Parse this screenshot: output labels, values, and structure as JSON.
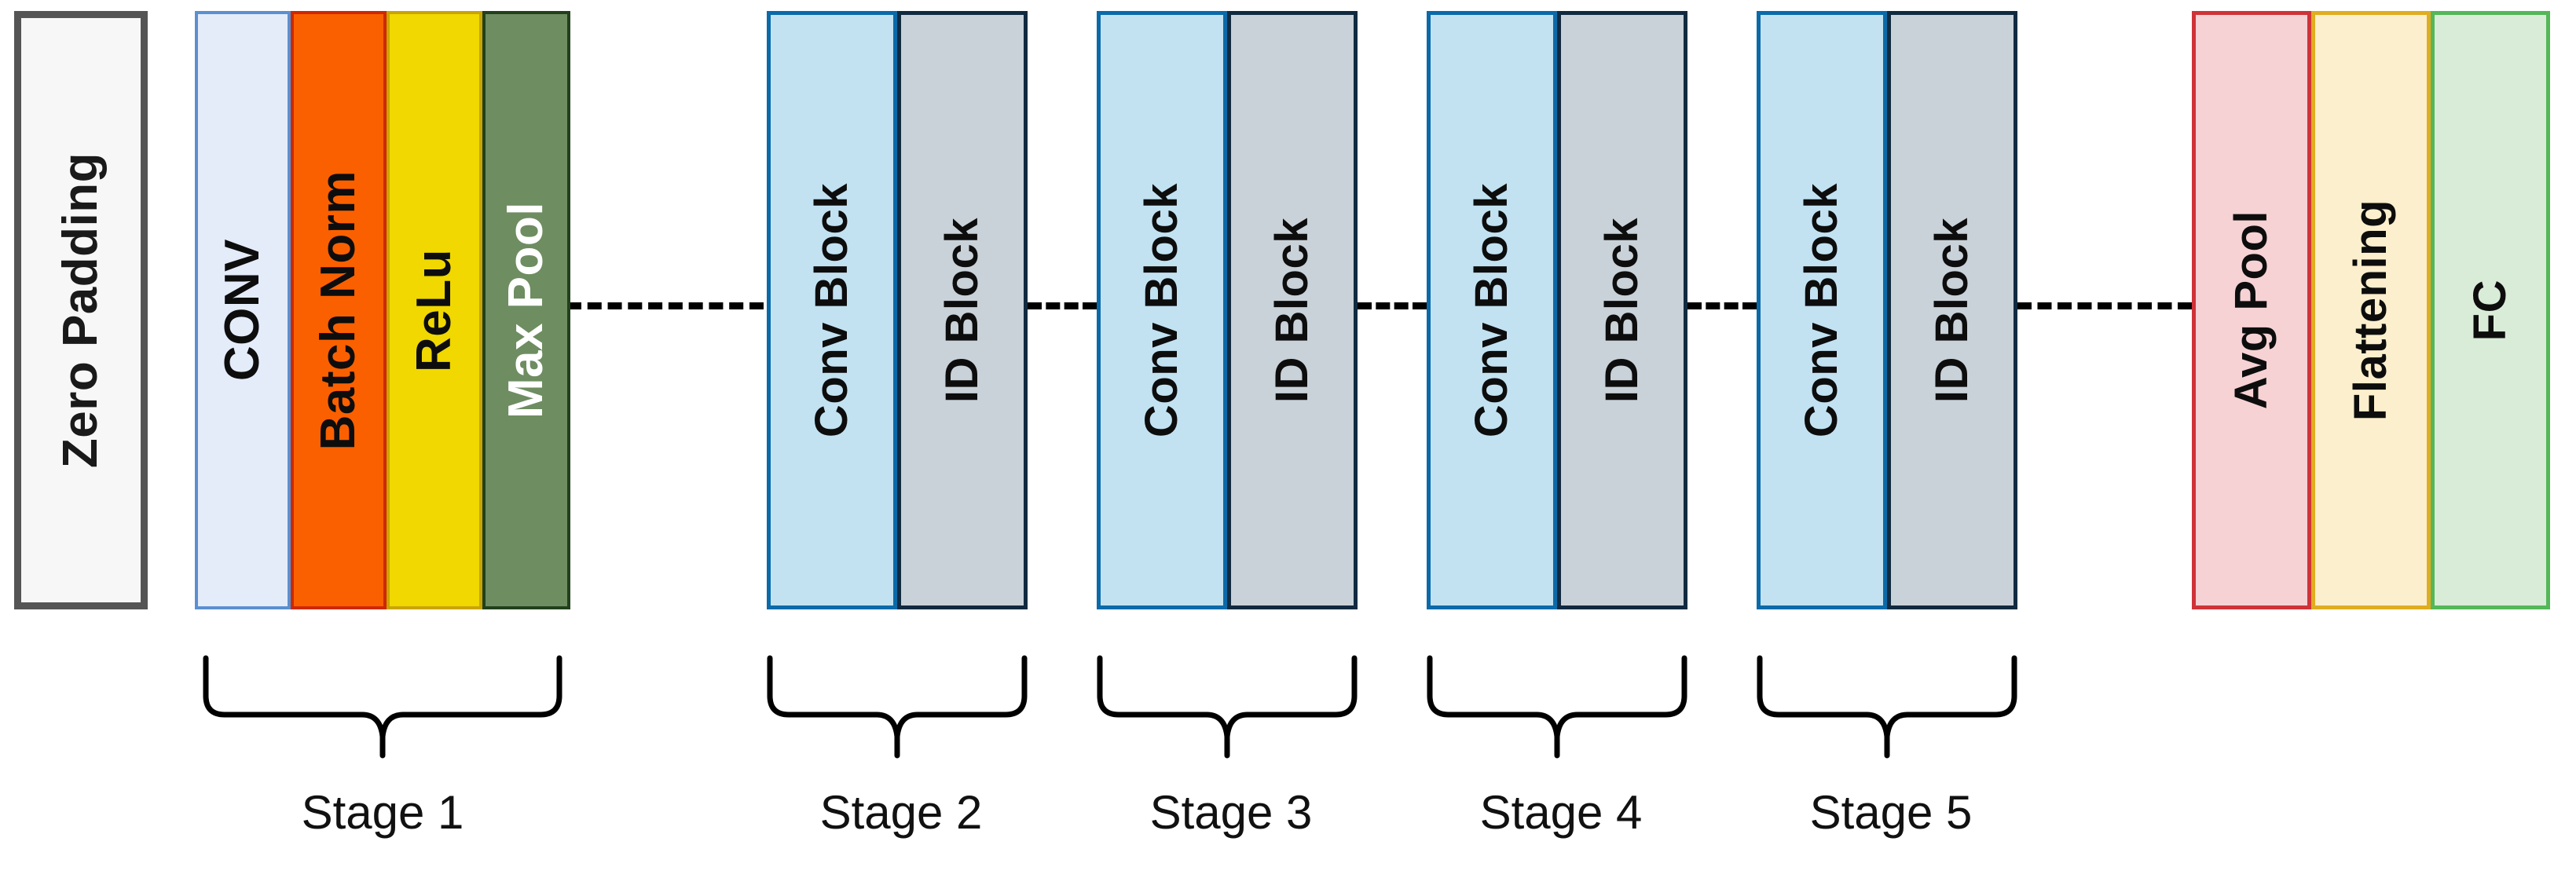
{
  "diagram": {
    "title": "ResNet architecture block diagram",
    "background": "#ffffff"
  },
  "blocks": [
    {
      "name": "zero-padding",
      "label": "Zero  Padding",
      "fill": "#f7f7f7",
      "stroke": "#555555"
    },
    {
      "name": "conv",
      "label": "CONV",
      "fill": "#e4ecfa",
      "stroke": "#5b8fd0"
    },
    {
      "name": "batch-norm",
      "label": "Batch Norm",
      "fill": "#fa6000",
      "stroke": "#cf2800"
    },
    {
      "name": "relu",
      "label": "ReLu",
      "fill": "#f0d800",
      "stroke": "#c9a400"
    },
    {
      "name": "max-pool",
      "label": "Max Pool",
      "fill": "#6e8d61",
      "stroke": "#22401c"
    },
    {
      "name": "avg-pool",
      "label": "Avg Pool",
      "fill": "#f6d2d4",
      "stroke": "#cf3338"
    },
    {
      "name": "flattening",
      "label": "Flattening",
      "fill": "#fcefcd",
      "stroke": "#e0ad21"
    },
    {
      "name": "fc",
      "label": "FC",
      "fill": "#d9ecd8",
      "stroke": "#54b758"
    }
  ],
  "residual_block_labels": {
    "conv_block": "Conv Block",
    "id_block": "ID Block",
    "conv_block_fill": "#c2e2f2",
    "conv_block_stroke": "#0b6aa8",
    "id_block_fill": "#c9d2d9",
    "id_block_stroke": "#112a40"
  },
  "stages": [
    {
      "name": "stage-1",
      "label": "Stage 1"
    },
    {
      "name": "stage-2",
      "label": "Stage 2"
    },
    {
      "name": "stage-3",
      "label": "Stage 3"
    },
    {
      "name": "stage-4",
      "label": "Stage 4"
    },
    {
      "name": "stage-5",
      "label": "Stage 5"
    }
  ],
  "residual_stages": [
    {
      "name": "stage-2",
      "conv_block": "Conv Block",
      "id_block": "ID Block"
    },
    {
      "name": "stage-3",
      "conv_block": "Conv Block",
      "id_block": "ID Block"
    },
    {
      "name": "stage-4",
      "conv_block": "Conv Block",
      "id_block": "ID Block"
    },
    {
      "name": "stage-5",
      "conv_block": "Conv Block",
      "id_block": "ID Block"
    }
  ],
  "connectors": {
    "style": "dashed",
    "color": "#000000",
    "count": 5
  }
}
